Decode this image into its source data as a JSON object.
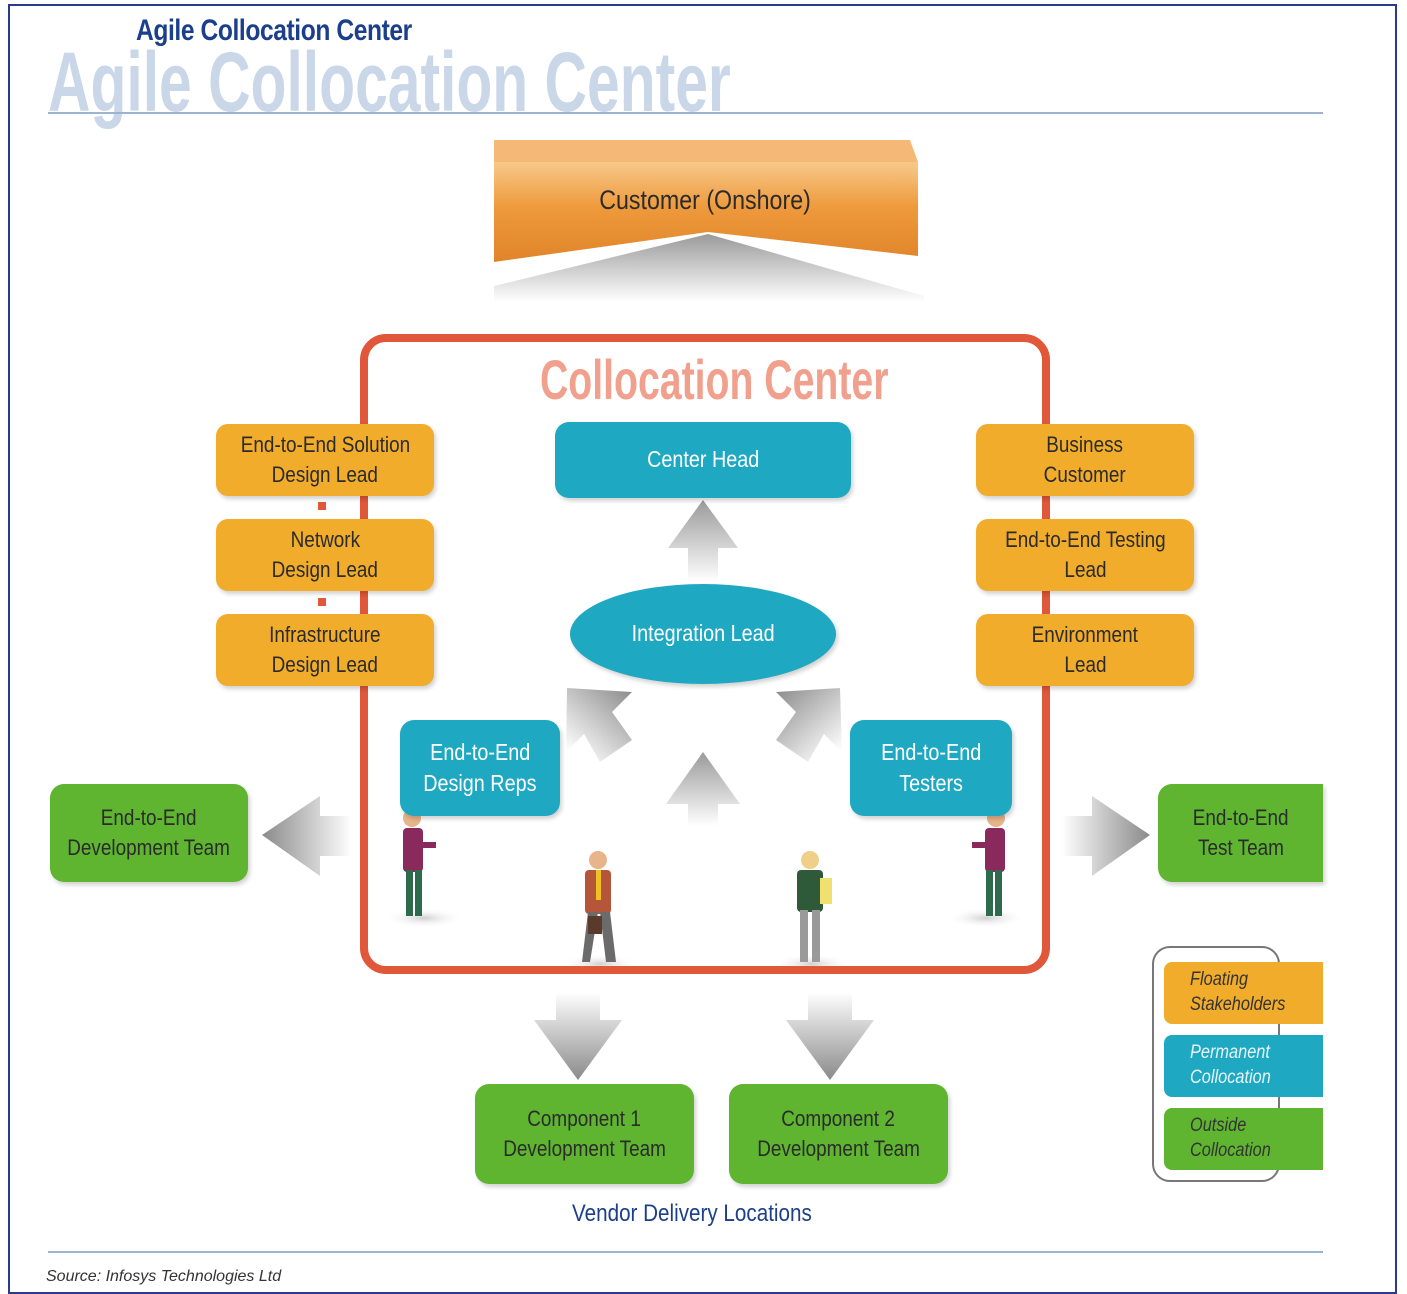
{
  "header": {
    "title": "Agile Collocation Center",
    "title_watermark": "Agile Collocation Center"
  },
  "customer": {
    "label": "Customer (Onshore)"
  },
  "center": {
    "title": "Collocation Center",
    "center_head": "Center Head",
    "integration_lead": "Integration Lead",
    "design_reps": [
      "End-to-End",
      "Design Reps"
    ],
    "testers": [
      "End-to-End",
      "Testers"
    ]
  },
  "left_stakeholders": [
    {
      "line1": "End-to-End Solution",
      "line2": "Design Lead"
    },
    {
      "line1": "Network",
      "line2": "Design Lead"
    },
    {
      "line1": "Infrastructure",
      "line2": "Design Lead"
    }
  ],
  "right_stakeholders": [
    {
      "line1": "Business",
      "line2": "Customer"
    },
    {
      "line1": "End-to-End Testing",
      "line2": "Lead"
    },
    {
      "line1": "Environment",
      "line2": "Lead"
    }
  ],
  "outside_teams": {
    "dev_team": [
      "End-to-End",
      "Development Team"
    ],
    "test_team": [
      "End-to-End",
      "Test Team"
    ],
    "component1": [
      "Component 1",
      "Development Team"
    ],
    "component2": [
      "Component 2",
      "Development Team"
    ]
  },
  "vendor_label": "Vendor Delivery Locations",
  "legend": [
    {
      "line1": "Floating",
      "line2": "Stakeholders",
      "color": "#f0ac2a"
    },
    {
      "line1": "Permanent",
      "line2": "Collocation",
      "color": "#1fa8c2"
    },
    {
      "line1": "Outside",
      "line2": "Collocation",
      "color": "#5fb530"
    }
  ],
  "source": "Source: Infosys Technologies Ltd",
  "colors": {
    "floating": "#f0ac2a",
    "permanent": "#1fa8c2",
    "outside": "#5fb530",
    "center_border": "#e0573a",
    "title": "#1b3f8a"
  }
}
